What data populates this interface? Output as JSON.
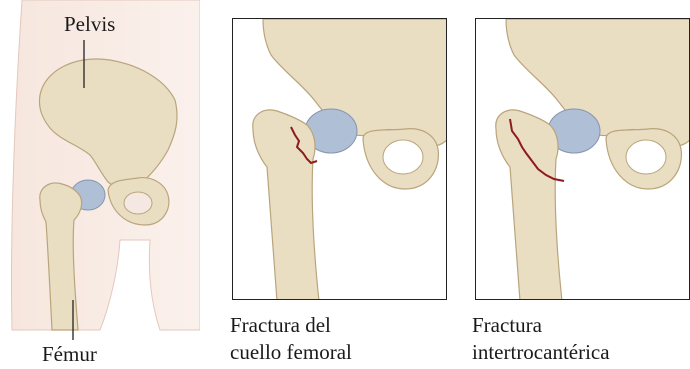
{
  "labels": {
    "pelvis": "Pelvis",
    "femur": "Fémur"
  },
  "panels": [
    {
      "caption_line1": "Fractura del",
      "caption_line2": "cuello femoral"
    },
    {
      "caption_line1": "Fractura",
      "caption_line2": "intertrocantérica"
    }
  ],
  "colors": {
    "bone": "#e9ddc2",
    "bone_shadow": "#c9b78f",
    "cartilage": "#aebfd6",
    "skin": "#f1d6cc",
    "fracture_line": "#8e1b1b"
  }
}
